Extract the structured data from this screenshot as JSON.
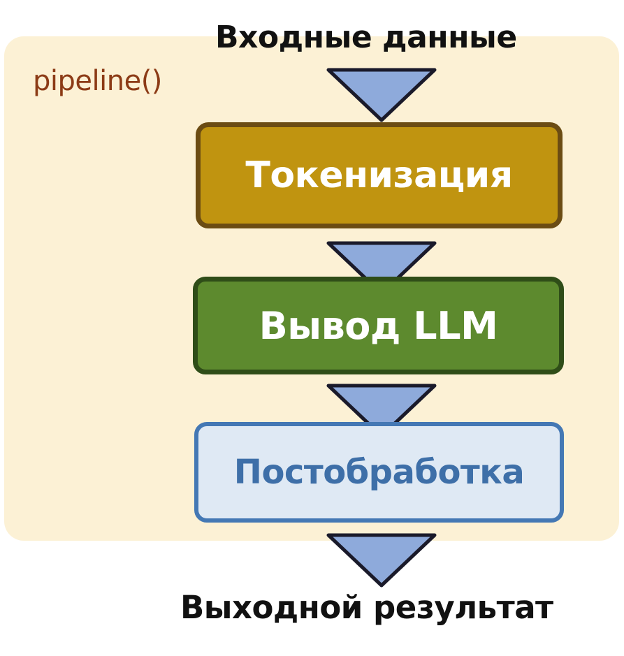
{
  "diagram": {
    "function_label": "pipeline()",
    "input_label": "Входные данные",
    "output_label": "Выходной результат",
    "stages": [
      {
        "label": "Токенизация"
      },
      {
        "label": "Вывод LLM"
      },
      {
        "label": "Постобработка"
      }
    ]
  },
  "colors": {
    "panel_background": "#fcf1d5",
    "function_label": "#8c3b16",
    "arrow_fill": "#8eaadb",
    "arrow_stroke": "#1a1a2a",
    "tokenize_fill": "#c09410",
    "tokenize_border": "#6b4c13",
    "llm_fill": "#5d8a2e",
    "llm_border": "#2f4d18",
    "post_fill": "#dfe9f4",
    "post_border": "#4478b4",
    "post_text": "#3e6fa8"
  }
}
